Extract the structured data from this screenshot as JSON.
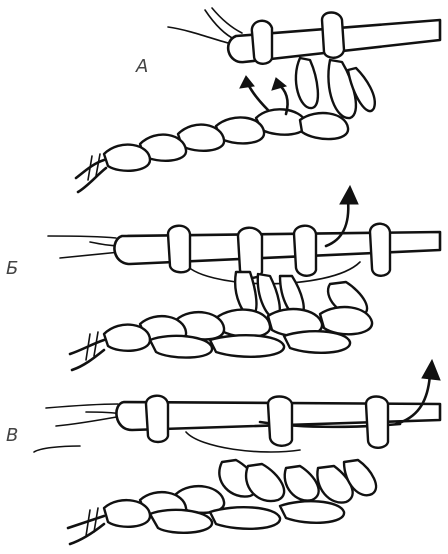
{
  "figure": {
    "steps": [
      {
        "label": "А"
      },
      {
        "label": "Б"
      },
      {
        "label": "В"
      }
    ]
  }
}
